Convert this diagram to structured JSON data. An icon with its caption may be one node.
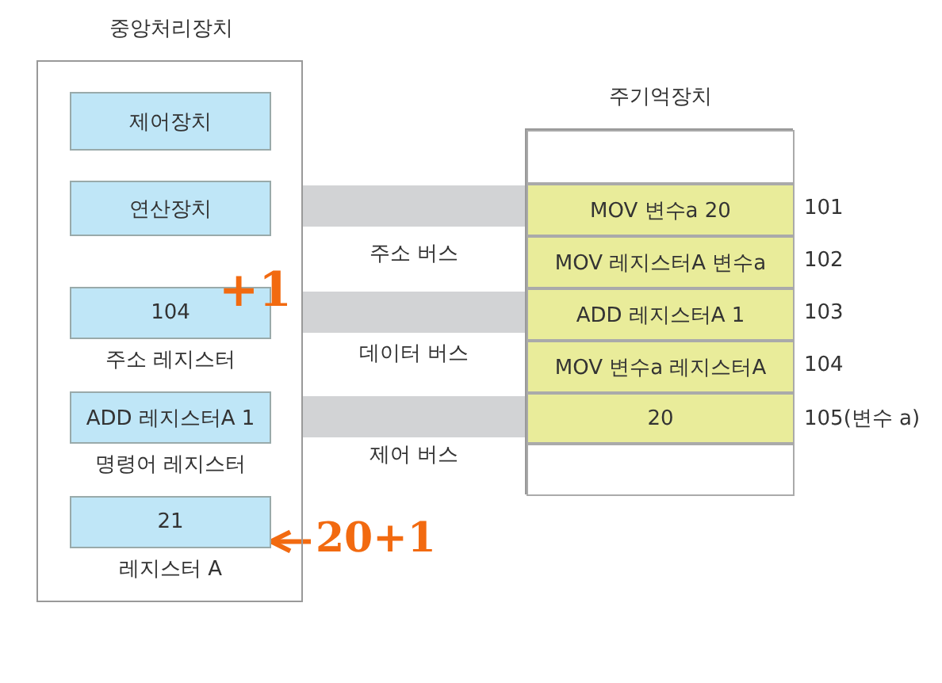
{
  "diagram": {
    "nodes": [
      {
        "text": [
          "중앙처리장치"
        ]
      },
      {
        "text": [
          "제어장치"
        ],
        "in": 0
      },
      {
        "text": [
          "연산장치"
        ],
        "in": 0
      },
      {
        "text": [
          "104"
        ],
        "in": 0,
        "beside": [
          "주소 레지스터"
        ]
      },
      {
        "text": [
          "ADD 레지스터A 1"
        ],
        "in": 0,
        "beside": [
          "명령어 레지스터"
        ]
      },
      {
        "text": [
          "21"
        ],
        "in": 0,
        "beside": [
          "레지스터 A"
        ]
      },
      {
        "text": [
          "주기억장치"
        ]
      },
      {
        "text": [],
        "shape": "box",
        "in": 6
      },
      {
        "text": [
          "MOV 변수a 20"
        ],
        "in": 6,
        "beside": [
          "101"
        ]
      },
      {
        "text": [
          "MOV 레지스터A 변수a"
        ],
        "in": 6,
        "beside": [
          "102"
        ]
      },
      {
        "text": [
          "ADD 레지스터A 1"
        ],
        "in": 6,
        "beside": [
          "103"
        ]
      },
      {
        "text": [
          "MOV 변수a 레지스터A"
        ],
        "in": 6,
        "beside": [
          "104"
        ]
      },
      {
        "text": [
          "20"
        ],
        "in": 6,
        "beside": [
          "105(변수 a)"
        ]
      },
      {
        "text": [],
        "shape": "box",
        "in": 6
      },
      {
        "text": [
          "20+1"
        ]
      }
    ],
    "edges": [
      {
        "from": 0,
        "to": 6,
        "arrow": "none",
        "label": "주소 버스",
        "color": "#d2d3d5"
      },
      {
        "from": 0,
        "to": 6,
        "arrow": "none",
        "label": "데이터 버스",
        "color": "#d2d3d5"
      },
      {
        "from": 0,
        "to": 6,
        "arrow": "none",
        "label": "제어 버스",
        "color": "#d2d3d5"
      },
      {
        "from": 14,
        "to": 5,
        "arrow": "to",
        "color": "#f26a10"
      }
    ],
    "labels": [
      "+1"
    ]
  }
}
